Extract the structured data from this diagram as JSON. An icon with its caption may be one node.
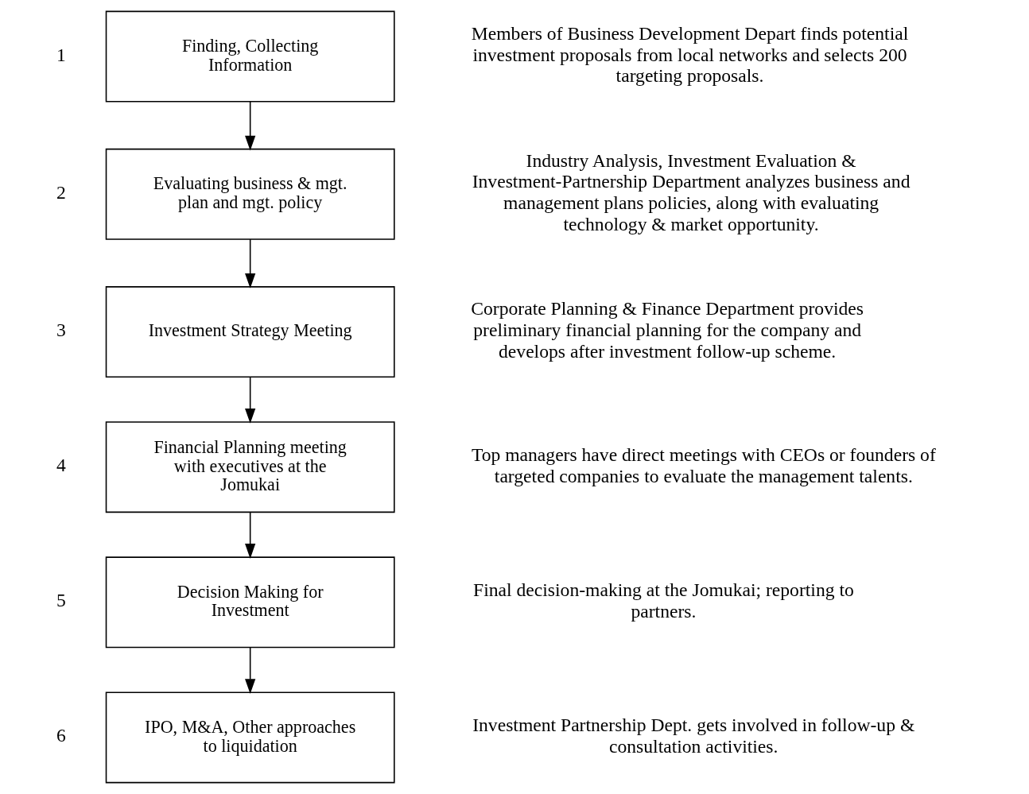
{
  "diagram": {
    "nodes": [
      {
        "text": [
          "Finding, Collecting Information"
        ],
        "beside": [
          "1"
        ]
      },
      {
        "text": [
          "Evaluating business & mgt. plan and mgt. policy"
        ],
        "beside": [
          "2"
        ]
      },
      {
        "text": [
          "Investment Strategy Meeting"
        ],
        "beside": [
          "3"
        ]
      },
      {
        "text": [
          "Financial Planning meeting with executives at the Jomukai"
        ],
        "beside": [
          "4"
        ]
      },
      {
        "text": [
          "Decision Making for Investment"
        ],
        "beside": [
          "5"
        ]
      },
      {
        "text": [
          "IPO, M&A, Other approaches to liquidation"
        ],
        "beside": [
          "6"
        ]
      }
    ],
    "edges": [
      {
        "from": 0,
        "to": 1,
        "arrow": "to"
      },
      {
        "from": 1,
        "to": 2,
        "arrow": "to"
      },
      {
        "from": 2,
        "to": 3,
        "arrow": "to"
      },
      {
        "from": 3,
        "to": 4,
        "arrow": "to"
      },
      {
        "from": 4,
        "to": 5,
        "arrow": "to"
      }
    ],
    "labels": [
      "Members of Business Development Depart finds potential investment proposals from local networks and selects 200 targeting proposals.",
      "Industry Analysis, Investment Evaluation & Investment-Partnership Department analyzes business and management plans policies, along with evaluating technology & market opportunity.",
      "Corporate Planning & Finance Department provides preliminary financial planning for the company and develops after investment follow-up scheme.",
      "Top managers have direct meetings with CEOs or founders of targeted companies to evaluate the management talents.",
      "Final decision-making at the Jomukai; reporting to partners.",
      "Investment Partnership Dept. gets involved in follow-up & consultation activities."
    ]
  }
}
